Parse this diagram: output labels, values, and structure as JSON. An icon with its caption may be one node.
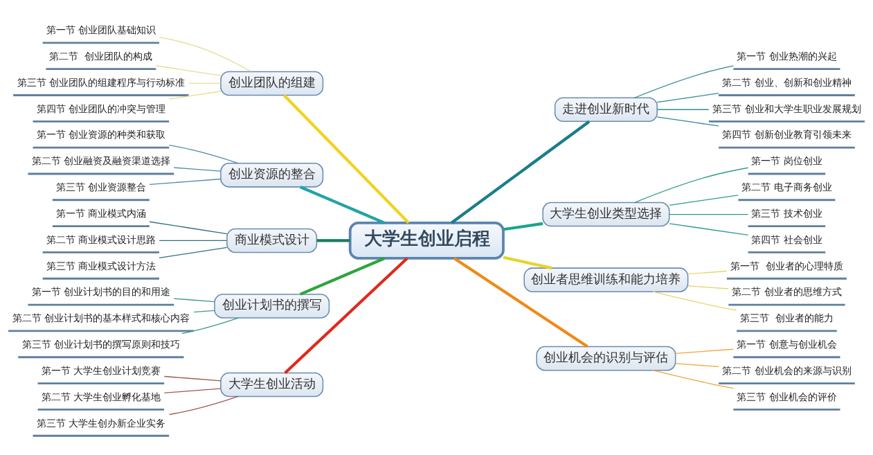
{
  "diagram": {
    "nodes": [
      {
        "text": [
          "大学生创业启程"
        ]
      },
      {
        "text": [
          "走进创业新时代"
        ]
      },
      {
        "text": [
          "第一节 创业热潮的兴起"
        ]
      },
      {
        "text": [
          "第二节 创业、创新和创业精神"
        ]
      },
      {
        "text": [
          "第三节 创业和大学生职业发展规划"
        ]
      },
      {
        "text": [
          "第四节 创新创业教育引领未来"
        ]
      },
      {
        "text": [
          "大学生创业类型选择"
        ]
      },
      {
        "text": [
          "第一节 岗位创业"
        ]
      },
      {
        "text": [
          "第二节 电子商务创业"
        ]
      },
      {
        "text": [
          "第三节 技术创业"
        ]
      },
      {
        "text": [
          "第四节 社会创业"
        ]
      },
      {
        "text": [
          "创业者思维训练和能力培养"
        ]
      },
      {
        "text": [
          "第一节  创业者的心理特质"
        ]
      },
      {
        "text": [
          "第二节 创业者的思维方式"
        ]
      },
      {
        "text": [
          "第三节  创业者的能力"
        ]
      },
      {
        "text": [
          "创业机会的识别与评估"
        ]
      },
      {
        "text": [
          "第一节 创意与创业机会"
        ]
      },
      {
        "text": [
          "第二节 创业机会的来源与识别"
        ]
      },
      {
        "text": [
          "第三节 创业机会的评价"
        ]
      },
      {
        "text": [
          "创业团队的组建"
        ]
      },
      {
        "text": [
          "第一节 创业团队基础知识"
        ]
      },
      {
        "text": [
          "第二节  创业团队的构成"
        ]
      },
      {
        "text": [
          "第三节 创业团队的组建程序与行动标准"
        ]
      },
      {
        "text": [
          "第四节 创业团队的冲突与管理"
        ]
      },
      {
        "text": [
          "创业资源的整合"
        ]
      },
      {
        "text": [
          "第一节 创业资源的种类和获取"
        ]
      },
      {
        "text": [
          "第二节 创业融资及融资渠道选择"
        ]
      },
      {
        "text": [
          "第三节 创业资源整合"
        ]
      },
      {
        "text": [
          "商业模式设计"
        ]
      },
      {
        "text": [
          "第一节 商业模式内涵"
        ]
      },
      {
        "text": [
          "第二节 商业模式设计思路"
        ]
      },
      {
        "text": [
          "第三节 商业模式设计方法"
        ]
      },
      {
        "text": [
          "创业计划书的撰写"
        ]
      },
      {
        "text": [
          "第一节 创业计划书的目的和用途"
        ]
      },
      {
        "text": [
          "第二节 创业计划书的基本样式和核心内容"
        ]
      },
      {
        "text": [
          "第三节 创业计划书的撰写原则和技巧"
        ]
      },
      {
        "text": [
          "大学生创业活动"
        ]
      },
      {
        "text": [
          "第一节 大学生创业计划竞赛"
        ]
      },
      {
        "text": [
          "第二节 大学生创业孵化基地"
        ]
      },
      {
        "text": [
          "第三节 大学生创办新企业实务"
        ]
      }
    ],
    "edges": [
      {
        "from": 0,
        "to": 1,
        "arrow": "none",
        "style": "thick",
        "color": "#1b7d8c"
      },
      {
        "from": 1,
        "to": 2,
        "arrow": "none",
        "color": "#2f8a96"
      },
      {
        "from": 1,
        "to": 3,
        "arrow": "none",
        "color": "#2f8a96"
      },
      {
        "from": 1,
        "to": 4,
        "arrow": "none",
        "color": "#2f8a96"
      },
      {
        "from": 1,
        "to": 5,
        "arrow": "none",
        "color": "#2f8a96"
      },
      {
        "from": 0,
        "to": 6,
        "arrow": "none",
        "style": "thick",
        "color": "#17a58c"
      },
      {
        "from": 6,
        "to": 7,
        "arrow": "none",
        "color": "#2a9d8a"
      },
      {
        "from": 6,
        "to": 8,
        "arrow": "none",
        "color": "#2a9d8a"
      },
      {
        "from": 6,
        "to": 9,
        "arrow": "none",
        "color": "#2a9d8a"
      },
      {
        "from": 6,
        "to": 10,
        "arrow": "none",
        "color": "#2a9d8a"
      },
      {
        "from": 0,
        "to": 11,
        "arrow": "none",
        "style": "thick",
        "color": "#e8d42a"
      },
      {
        "from": 11,
        "to": 12,
        "arrow": "none",
        "color": "#e6d66a"
      },
      {
        "from": 11,
        "to": 13,
        "arrow": "none",
        "color": "#e6d66a"
      },
      {
        "from": 11,
        "to": 14,
        "arrow": "none",
        "color": "#e6d66a"
      },
      {
        "from": 0,
        "to": 15,
        "arrow": "none",
        "style": "thick",
        "color": "#ef8a17"
      },
      {
        "from": 15,
        "to": 16,
        "arrow": "none",
        "color": "#f0a53a"
      },
      {
        "from": 15,
        "to": 17,
        "arrow": "none",
        "color": "#f0a53a"
      },
      {
        "from": 15,
        "to": 18,
        "arrow": "none",
        "color": "#f0a53a"
      },
      {
        "from": 19,
        "to": 0,
        "arrow": "none",
        "style": "thick",
        "color": "#f1d21f"
      },
      {
        "from": 20,
        "to": 19,
        "arrow": "none",
        "color": "#e8dc90"
      },
      {
        "from": 21,
        "to": 19,
        "arrow": "none",
        "color": "#e8dc90"
      },
      {
        "from": 22,
        "to": 19,
        "arrow": "none",
        "color": "#e8dc90"
      },
      {
        "from": 23,
        "to": 19,
        "arrow": "none",
        "color": "#e8dc90"
      },
      {
        "from": 24,
        "to": 0,
        "arrow": "none",
        "style": "thick",
        "color": "#1fa4a8"
      },
      {
        "from": 25,
        "to": 24,
        "arrow": "none",
        "color": "#4f88a6"
      },
      {
        "from": 26,
        "to": 24,
        "arrow": "none",
        "color": "#4f88a6"
      },
      {
        "from": 27,
        "to": 24,
        "arrow": "none",
        "color": "#4f88a6"
      },
      {
        "from": 28,
        "to": 0,
        "arrow": "none",
        "style": "thick",
        "color": "#1a7d60"
      },
      {
        "from": 29,
        "to": 28,
        "arrow": "none",
        "color": "#2f6f80"
      },
      {
        "from": 30,
        "to": 28,
        "arrow": "none",
        "color": "#2f6f80"
      },
      {
        "from": 31,
        "to": 28,
        "arrow": "none",
        "color": "#2f6f80"
      },
      {
        "from": 32,
        "to": 0,
        "arrow": "none",
        "style": "thick",
        "color": "#2ea43e"
      },
      {
        "from": 33,
        "to": 32,
        "arrow": "none",
        "color": "#3c9a88"
      },
      {
        "from": 34,
        "to": 32,
        "arrow": "none",
        "color": "#3c9a88"
      },
      {
        "from": 35,
        "to": 32,
        "arrow": "none",
        "color": "#3c9a88"
      },
      {
        "from": 36,
        "to": 0,
        "arrow": "none",
        "style": "thick",
        "color": "#df2a1c"
      },
      {
        "from": 37,
        "to": 36,
        "arrow": "none",
        "color": "#a0584f"
      },
      {
        "from": 38,
        "to": 36,
        "arrow": "none",
        "color": "#a0584f"
      },
      {
        "from": 39,
        "to": 36,
        "arrow": "none",
        "color": "#a0584f"
      }
    ]
  }
}
